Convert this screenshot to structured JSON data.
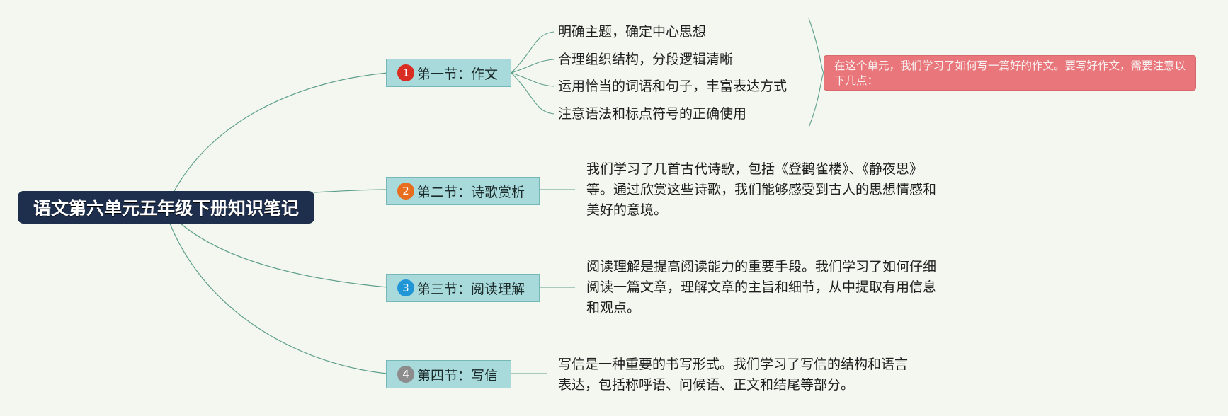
{
  "root": {
    "title": "语文第六单元五年级下册知识笔记"
  },
  "colors": {
    "root_bg": "#1e2f4e",
    "branch_bg": "#a9dadb",
    "line": "#5c9e8c",
    "note_bg": "#e9767a"
  },
  "branches": [
    {
      "badge": "1",
      "badge_color": "#d92c22",
      "label": "第一节：作文",
      "items": [
        "明确主题，确定中心思想",
        "合理组织结构，分段逻辑清晰",
        "运用恰当的词语和句子，丰富表达方式",
        "注意语法和标点符号的正确使用"
      ],
      "note": "在这个单元，我们学习了如何写一篇好的作文。要写好作文，需要注意以下几点："
    },
    {
      "badge": "2",
      "badge_color": "#e76d1f",
      "label": "第二节：诗歌赏析",
      "text": "我们学习了几首古代诗歌，包括《登鹳雀楼》、《静夜思》等。通过欣赏这些诗歌，我们能够感受到古人的思想情感和美好的意境。"
    },
    {
      "badge": "3",
      "badge_color": "#2196d6",
      "label": "第三节：阅读理解",
      "text": "阅读理解是提高阅读能力的重要手段。我们学习了如何仔细阅读一篇文章，理解文章的主旨和细节，从中提取有用信息和观点。"
    },
    {
      "badge": "4",
      "badge_color": "#8c8c8c",
      "label": "第四节：写信",
      "text": "写信是一种重要的书写形式。我们学习了写信的结构和语言表达，包括称呼语、问候语、正文和结尾等部分。"
    }
  ]
}
